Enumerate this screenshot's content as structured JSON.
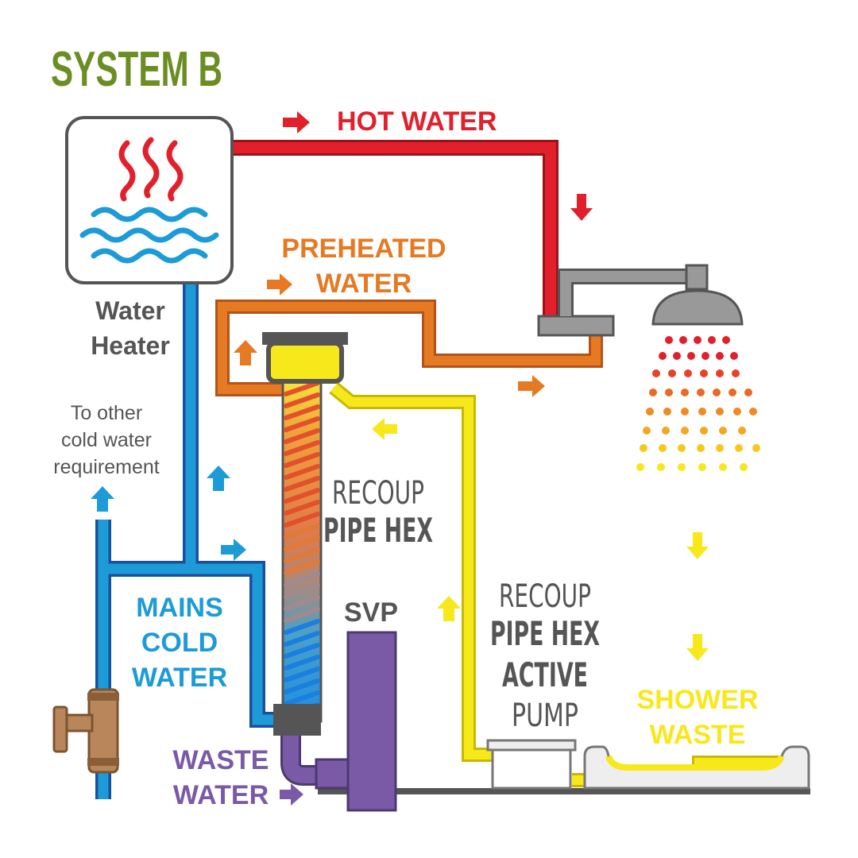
{
  "title": "SYSTEM B",
  "labels": {
    "hot_water": "HOT WATER",
    "preheated_1": "PREHEATED",
    "preheated_2": "WATER",
    "water_heater_1": "Water",
    "water_heater_2": "Heater",
    "to_other_1": "To other",
    "to_other_2": "cold water",
    "to_other_3": "requirement",
    "recoup_1": "RECOUP",
    "recoup_2": "PIPE HEX",
    "mains_1": "MAINS",
    "mains_2": "COLD",
    "mains_3": "WATER",
    "svp": "SVP",
    "active_1": "RECOUP",
    "active_2": "PIPE HEX",
    "active_3": "ACTIVE",
    "active_4": "PUMP",
    "shower_1": "SHOWER",
    "shower_2": "WASTE",
    "waste_1": "WASTE",
    "waste_2": "WATER"
  },
  "colors": {
    "title": "#6b8e23",
    "hot": "#e2202c",
    "preheated": "#e57a22",
    "cold": "#1d9bd7",
    "cold_dark": "#1a4fa0",
    "waste": "#7a5aa6",
    "shower_waste": "#f7e81c",
    "grey": "#555555"
  },
  "icons": [
    "heat-waves-icon",
    "water-waves-icon",
    "shower-head-icon",
    "water-tap-icon",
    "flow-arrow-icon"
  ]
}
